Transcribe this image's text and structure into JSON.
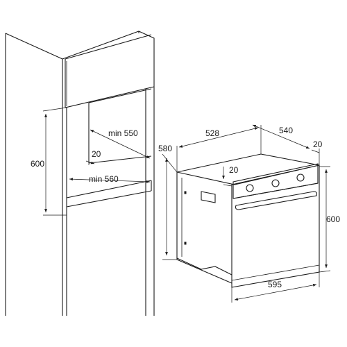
{
  "cabinet_dimensions": {
    "height": "600",
    "depth": "min 550",
    "recess": "20",
    "width": "min 560"
  },
  "oven_dimensions": {
    "depth_body": "528",
    "depth_total": "540",
    "front_offset": "20",
    "height_body": "580",
    "control_panel_offset": "20",
    "height_front": "600",
    "width_front": "595"
  }
}
